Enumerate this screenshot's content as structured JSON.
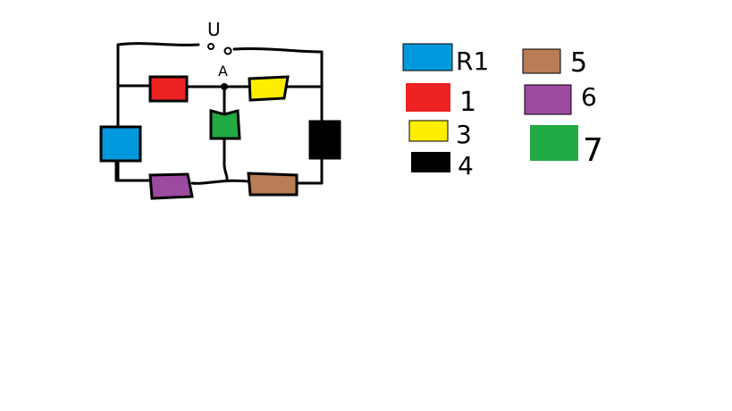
{
  "circuit": {
    "voltage_label": "U",
    "node_label": "A",
    "resistors": [
      {
        "id": "R1",
        "color": "#0099dd"
      },
      {
        "id": "1",
        "color": "#ee2222"
      },
      {
        "id": "3",
        "color": "#ffee00"
      },
      {
        "id": "4",
        "color": "#000000"
      },
      {
        "id": "5",
        "color": "#b87d55"
      },
      {
        "id": "6",
        "color": "#9c4aa0"
      },
      {
        "id": "7",
        "color": "#22aa44"
      }
    ]
  },
  "legend": [
    {
      "label": "R1",
      "color": "#0099dd"
    },
    {
      "label": "1",
      "color": "#ee2222"
    },
    {
      "label": "3",
      "color": "#ffee00"
    },
    {
      "label": "4",
      "color": "#000000"
    },
    {
      "label": "5",
      "color": "#b87d55"
    },
    {
      "label": "6",
      "color": "#9c4aa0"
    },
    {
      "label": "7",
      "color": "#22aa44"
    }
  ]
}
